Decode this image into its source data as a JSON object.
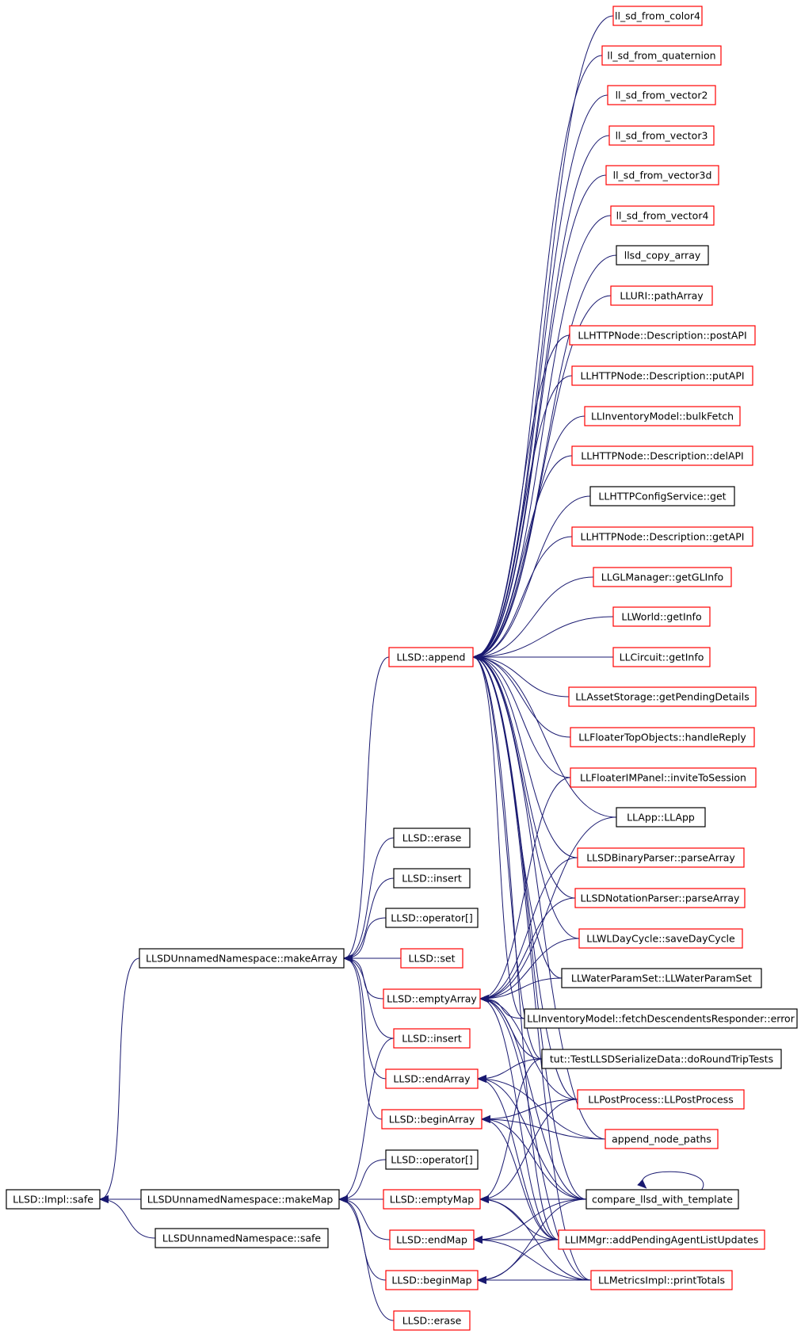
{
  "colors": {
    "edge": "#191970",
    "border_red": "#ff0000",
    "border_black": "#000000",
    "root_fill": "#bfbfbf"
  },
  "nodes": [
    {
      "id": "safe_impl",
      "label": "LLSD::Impl::safe",
      "border": "black",
      "root": true
    },
    {
      "id": "make_array",
      "label": "LLSDUnnamedNamespace::makeArray",
      "border": "black"
    },
    {
      "id": "make_map",
      "label": "LLSDUnnamedNamespace::makeMap",
      "border": "black"
    },
    {
      "id": "ns_safe",
      "label": "LLSDUnnamedNamespace::safe",
      "border": "black"
    },
    {
      "id": "append",
      "label": "LLSD::append",
      "border": "red"
    },
    {
      "id": "erase1",
      "label": "LLSD::erase",
      "border": "black"
    },
    {
      "id": "insert1",
      "label": "LLSD::insert",
      "border": "black"
    },
    {
      "id": "op1",
      "label": "LLSD::operator[]",
      "border": "black"
    },
    {
      "id": "set",
      "label": "LLSD::set",
      "border": "red"
    },
    {
      "id": "empty_array",
      "label": "LLSD::emptyArray",
      "border": "red"
    },
    {
      "id": "insert2",
      "label": "LLSD::insert",
      "border": "red"
    },
    {
      "id": "end_array",
      "label": "LLSD::endArray",
      "border": "red"
    },
    {
      "id": "begin_array",
      "label": "LLSD::beginArray",
      "border": "red"
    },
    {
      "id": "op2",
      "label": "LLSD::operator[]",
      "border": "black"
    },
    {
      "id": "empty_map",
      "label": "LLSD::emptyMap",
      "border": "red"
    },
    {
      "id": "end_map",
      "label": "LLSD::endMap",
      "border": "red"
    },
    {
      "id": "begin_map",
      "label": "LLSD::beginMap",
      "border": "red"
    },
    {
      "id": "erase2",
      "label": "LLSD::erase",
      "border": "red"
    },
    {
      "id": "c1",
      "label": "ll_sd_from_color4",
      "border": "red"
    },
    {
      "id": "c2",
      "label": "ll_sd_from_quaternion",
      "border": "red"
    },
    {
      "id": "c3",
      "label": "ll_sd_from_vector2",
      "border": "red"
    },
    {
      "id": "c4",
      "label": "ll_sd_from_vector3",
      "border": "red"
    },
    {
      "id": "c5",
      "label": "ll_sd_from_vector3d",
      "border": "red"
    },
    {
      "id": "c6",
      "label": "ll_sd_from_vector4",
      "border": "red"
    },
    {
      "id": "c7",
      "label": "llsd_copy_array",
      "border": "black"
    },
    {
      "id": "c8",
      "label": "LLURI::pathArray",
      "border": "red"
    },
    {
      "id": "c9",
      "label": "LLHTTPNode::Description::postAPI",
      "border": "red"
    },
    {
      "id": "c10",
      "label": "LLHTTPNode::Description::putAPI",
      "border": "red"
    },
    {
      "id": "c11",
      "label": "LLInventoryModel::bulkFetch",
      "border": "red"
    },
    {
      "id": "c12",
      "label": "LLHTTPNode::Description::delAPI",
      "border": "red"
    },
    {
      "id": "c13",
      "label": "LLHTTPConfigService::get",
      "border": "black"
    },
    {
      "id": "c14",
      "label": "LLHTTPNode::Description::getAPI",
      "border": "red"
    },
    {
      "id": "c15",
      "label": "LLGLManager::getGLInfo",
      "border": "red"
    },
    {
      "id": "c16",
      "label": "LLWorld::getInfo",
      "border": "red"
    },
    {
      "id": "c17",
      "label": "LLCircuit::getInfo",
      "border": "red"
    },
    {
      "id": "c18",
      "label": "LLAssetStorage::getPendingDetails",
      "border": "red"
    },
    {
      "id": "c19",
      "label": "LLFloaterTopObjects::handleReply",
      "border": "red"
    },
    {
      "id": "c20",
      "label": "LLFloaterIMPanel::inviteToSession",
      "border": "red"
    },
    {
      "id": "c21",
      "label": "LLApp::LLApp",
      "border": "black"
    },
    {
      "id": "c22",
      "label": "LLSDBinaryParser::parseArray",
      "border": "red"
    },
    {
      "id": "c23",
      "label": "LLSDNotationParser::parseArray",
      "border": "red"
    },
    {
      "id": "c24",
      "label": "LLWLDayCycle::saveDayCycle",
      "border": "red"
    },
    {
      "id": "c25",
      "label": "LLWaterParamSet::LLWaterParamSet",
      "border": "black"
    },
    {
      "id": "c26",
      "label": "LLInventoryModel::fetchDescendentsResponder::error",
      "border": "black"
    },
    {
      "id": "c27",
      "label": "tut::TestLLSDSerializeData::doRoundTripTests",
      "border": "black"
    },
    {
      "id": "c28",
      "label": "LLPostProcess::LLPostProcess",
      "border": "red"
    },
    {
      "id": "c29",
      "label": "append_node_paths",
      "border": "red"
    },
    {
      "id": "c30",
      "label": "compare_llsd_with_template",
      "border": "black"
    },
    {
      "id": "c31",
      "label": "LLIMMgr::addPendingAgentListUpdates",
      "border": "red"
    },
    {
      "id": "c32",
      "label": "LLMetricsImpl::printTotals",
      "border": "red"
    }
  ],
  "edges": [
    [
      "make_array",
      "safe_impl"
    ],
    [
      "make_map",
      "safe_impl"
    ],
    [
      "ns_safe",
      "safe_impl"
    ],
    [
      "append",
      "make_array"
    ],
    [
      "erase1",
      "make_array"
    ],
    [
      "insert1",
      "make_array"
    ],
    [
      "op1",
      "make_array"
    ],
    [
      "set",
      "make_array"
    ],
    [
      "empty_array",
      "make_array"
    ],
    [
      "insert2",
      "make_array"
    ],
    [
      "end_array",
      "make_array"
    ],
    [
      "begin_array",
      "make_array"
    ],
    [
      "op2",
      "make_map"
    ],
    [
      "empty_map",
      "make_map"
    ],
    [
      "end_map",
      "make_map"
    ],
    [
      "begin_map",
      "make_map"
    ],
    [
      "erase2",
      "make_map"
    ],
    [
      "insert2",
      "make_map"
    ],
    [
      "c1",
      "append"
    ],
    [
      "c2",
      "append"
    ],
    [
      "c3",
      "append"
    ],
    [
      "c4",
      "append"
    ],
    [
      "c5",
      "append"
    ],
    [
      "c6",
      "append"
    ],
    [
      "c7",
      "append"
    ],
    [
      "c8",
      "append"
    ],
    [
      "c9",
      "append"
    ],
    [
      "c10",
      "append"
    ],
    [
      "c11",
      "append"
    ],
    [
      "c12",
      "append"
    ],
    [
      "c13",
      "append"
    ],
    [
      "c14",
      "append"
    ],
    [
      "c15",
      "append"
    ],
    [
      "c16",
      "append"
    ],
    [
      "c17",
      "append"
    ],
    [
      "c18",
      "append"
    ],
    [
      "c19",
      "append"
    ],
    [
      "c20",
      "append"
    ],
    [
      "c21",
      "append"
    ],
    [
      "c22",
      "append"
    ],
    [
      "c23",
      "append"
    ],
    [
      "c24",
      "append"
    ],
    [
      "c25",
      "append"
    ],
    [
      "c26",
      "append"
    ],
    [
      "c27",
      "append"
    ],
    [
      "c28",
      "append"
    ],
    [
      "c29",
      "append"
    ],
    [
      "c30",
      "append"
    ],
    [
      "c31",
      "append"
    ],
    [
      "c32",
      "append"
    ],
    [
      "c20",
      "empty_array"
    ],
    [
      "c21",
      "empty_array"
    ],
    [
      "c22",
      "empty_array"
    ],
    [
      "c23",
      "empty_array"
    ],
    [
      "c24",
      "empty_array"
    ],
    [
      "c25",
      "empty_array"
    ],
    [
      "c26",
      "empty_array"
    ],
    [
      "c27",
      "empty_array"
    ],
    [
      "c28",
      "empty_array"
    ],
    [
      "c30",
      "empty_array"
    ],
    [
      "c31",
      "empty_array"
    ],
    [
      "c32",
      "empty_array"
    ],
    [
      "c27",
      "end_array"
    ],
    [
      "c29",
      "end_array"
    ],
    [
      "c30",
      "end_array"
    ],
    [
      "c31",
      "end_array"
    ],
    [
      "c28",
      "begin_array"
    ],
    [
      "c29",
      "begin_array"
    ],
    [
      "c30",
      "begin_array"
    ],
    [
      "c31",
      "begin_array"
    ],
    [
      "c27",
      "empty_map"
    ],
    [
      "c28",
      "empty_map"
    ],
    [
      "c30",
      "empty_map"
    ],
    [
      "c31",
      "empty_map"
    ],
    [
      "c32",
      "empty_map"
    ],
    [
      "c31",
      "end_map"
    ],
    [
      "c32",
      "end_map"
    ],
    [
      "c30",
      "end_map"
    ],
    [
      "c31",
      "begin_map"
    ],
    [
      "c32",
      "begin_map"
    ],
    [
      "c30",
      "begin_map"
    ],
    [
      "c30",
      "c30"
    ]
  ]
}
